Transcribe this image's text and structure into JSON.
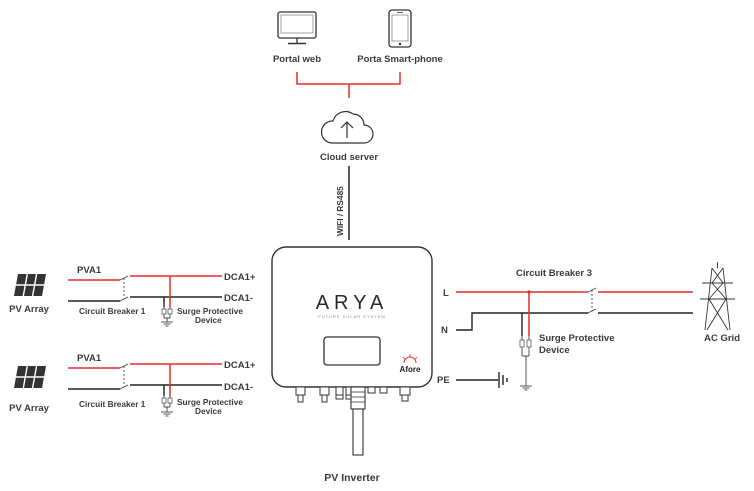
{
  "devices": {
    "portal_web": "Portal web",
    "smartphone": "Porta Smart-phone",
    "cloud_server": "Cloud server",
    "comm_link": "WIFI / RS485"
  },
  "pv_strings": [
    {
      "array_label": "PV Array",
      "input_label": "PVA1",
      "positive_label": "DCA1+",
      "negative_label": "DCA1-",
      "breaker_label": "Circuit Breaker 1",
      "spd_label_line1": "Surge Protective",
      "spd_label_line2": "Device"
    },
    {
      "array_label": "PV Array",
      "input_label": "PVA1",
      "positive_label": "DCA1+",
      "negative_label": "DCA1-",
      "breaker_label": "Circuit Breaker 1",
      "spd_label_line1": "Surge Protective",
      "spd_label_line2": "Device"
    }
  ],
  "inverter": {
    "brand": "ARYA",
    "tagline": "FUTURE SOLAR SYSTEM",
    "maker": "Afore",
    "caption": "PV Inverter"
  },
  "ac_side": {
    "breaker_label": "Circuit Breaker  3",
    "line_label": "L",
    "neutral_label": "N",
    "earth_label": "PE",
    "spd_label_line1": "Surge Protective",
    "spd_label_line2": "Device",
    "grid_label": "AC Grid"
  },
  "colors": {
    "live_wire": "#e52b2b",
    "neutral_wire": "#222222",
    "label_text": "#3a3a3a"
  }
}
